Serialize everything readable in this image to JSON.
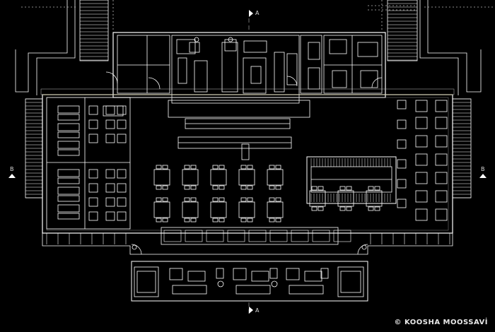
{
  "section_markers": {
    "top": "A",
    "bottom": "A",
    "left": "B",
    "right": "B"
  },
  "credit": "© KOOSHA MOOSSAVİ",
  "colors": {
    "background": "#000000",
    "line": "#ffffff",
    "line_dim": "#bdbdbd",
    "accent_yellow": "#d8d27a"
  },
  "icons": {
    "section_marker": "triangle-section-icon"
  }
}
